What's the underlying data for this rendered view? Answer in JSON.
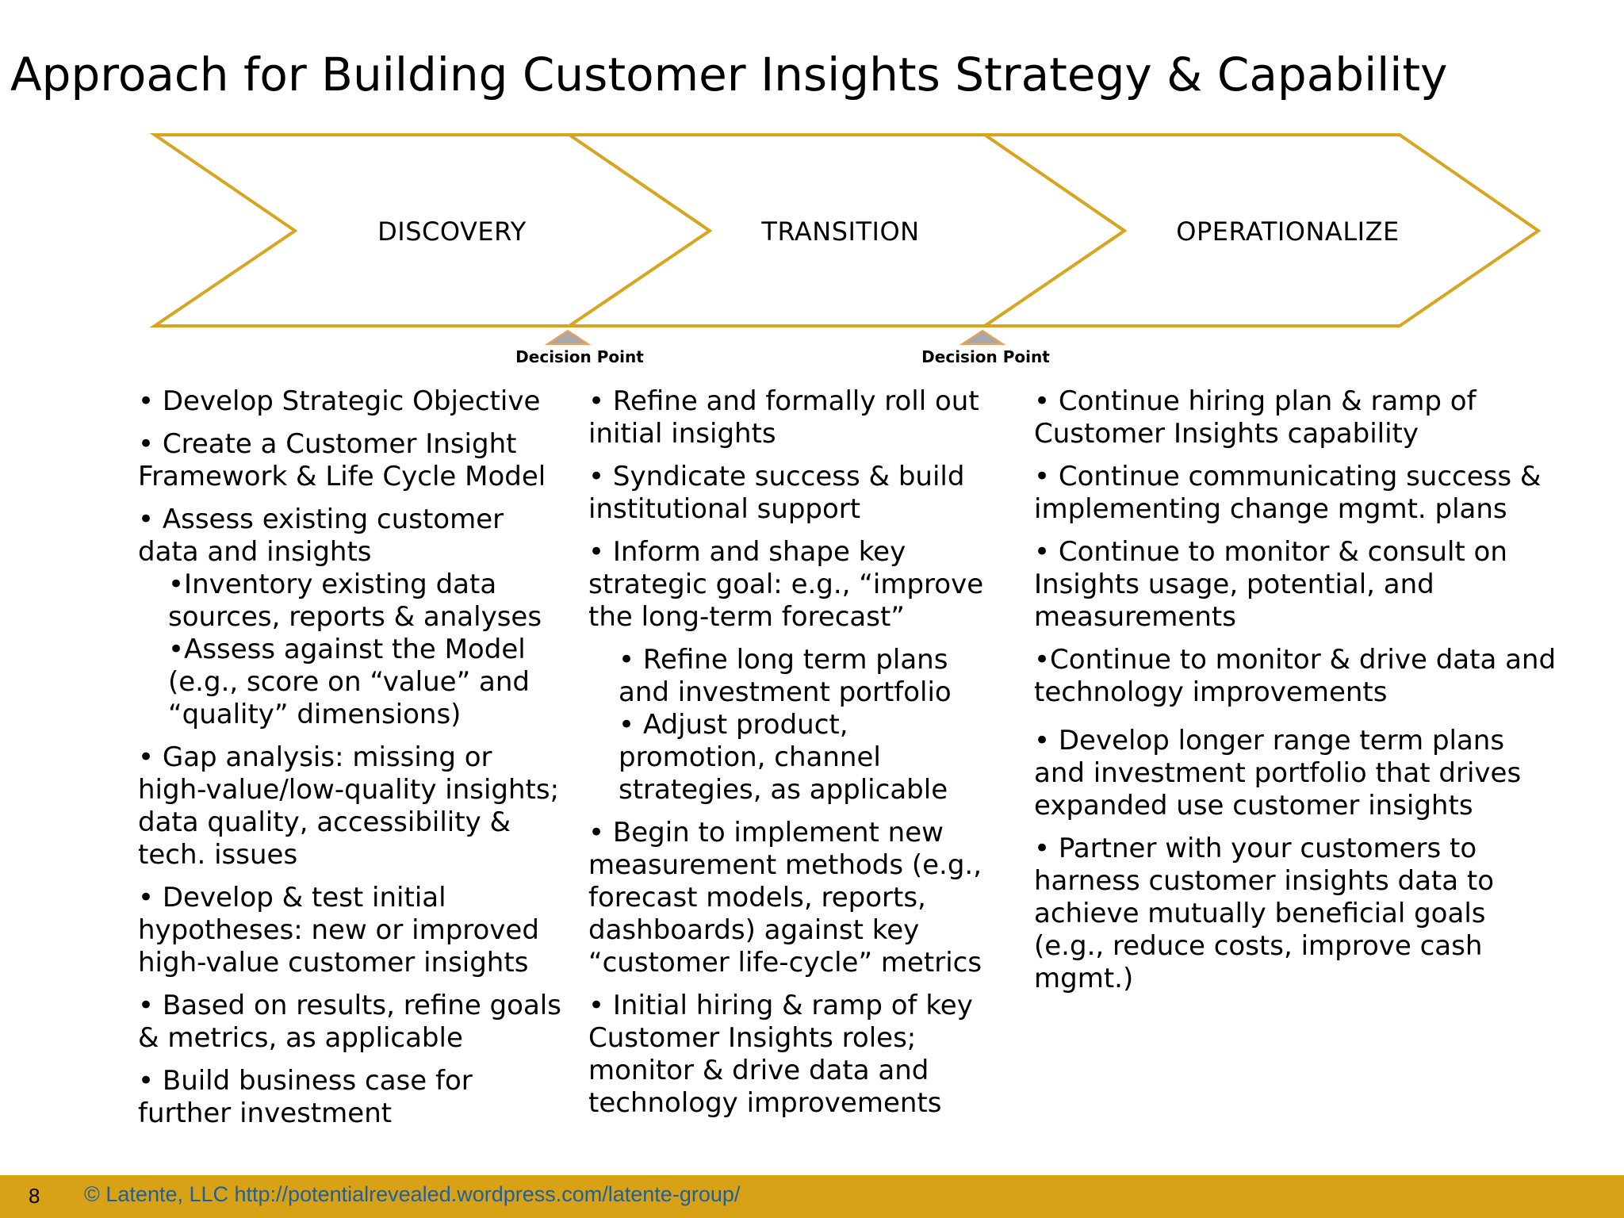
{
  "title": "Approach for Building Customer Insights Strategy & Capability",
  "colors": {
    "chevron_stroke": "#d9a520",
    "decision_marker": "#a8a8a8",
    "decision_marker_stroke": "#f0a050",
    "footer_bg": "#d8a216",
    "footer_link": "#1f5f9e"
  },
  "phases": [
    {
      "label": "DISCOVERY"
    },
    {
      "label": "TRANSITION"
    },
    {
      "label": "OPERATIONALIZE"
    }
  ],
  "decision_points": [
    {
      "label": "Decision Point"
    },
    {
      "label": "Decision Point"
    }
  ],
  "columns": [
    {
      "items": [
        {
          "text": "• Develop Strategic Objective"
        },
        {
          "text": "• Create a Customer Insight Framework &  Life Cycle Model"
        },
        {
          "text": "• Assess existing customer data and insights"
        },
        {
          "text": "•Inventory existing data sources, reports & analyses",
          "sub": true
        },
        {
          "text": "•Assess against the Model (e.g., score on “value” and “quality” dimensions)",
          "sub": true
        },
        {
          "text": "• Gap analysis: missing or high-value/low-quality insights; data quality, accessibility & tech. issues"
        },
        {
          "text": "• Develop & test initial hypotheses: new or improved high-value customer insights"
        },
        {
          "text": "• Based on results, refine goals & metrics, as applicable"
        },
        {
          "text": "• Build business case for further investment"
        }
      ]
    },
    {
      "items": [
        {
          "text": "• Refine and formally roll out initial insights"
        },
        {
          "text": "• Syndicate success & build institutional support"
        },
        {
          "text": "• Inform and shape key strategic goal: e.g., “improve the long-term forecast”"
        },
        {
          "text": "• Refine long term plans and investment portfolio",
          "sub": true
        },
        {
          "text": "• Adjust product, promotion, channel strategies, as applicable",
          "sub": true
        },
        {
          "text": "• Begin to implement new measurement methods (e.g., forecast models, reports, dashboards) against key “customer life-cycle” metrics"
        },
        {
          "text": "• Initial hiring & ramp of key Customer Insights roles; monitor & drive data and technology improvements"
        }
      ]
    },
    {
      "items": [
        {
          "text": "• Continue hiring plan & ramp of Customer Insights capability"
        },
        {
          "text": "• Continue communicating success & implementing change mgmt. plans"
        },
        {
          "text": "• Continue to monitor & consult on Insights usage, potential, and measurements"
        },
        {
          "text": "•Continue to monitor & drive data and technology improvements"
        },
        {
          "text": "• Develop longer range term plans and investment portfolio that drives expanded use customer insights"
        },
        {
          "text": "• Partner with your customers to harness customer insights data to achieve mutually beneficial goals (e.g., reduce costs, improve cash mgmt.)"
        }
      ]
    }
  ],
  "footer": {
    "page_number": "8",
    "credit": "© Latente, LLC   http://potentialrevealed.wordpress.com/latente-group/"
  }
}
